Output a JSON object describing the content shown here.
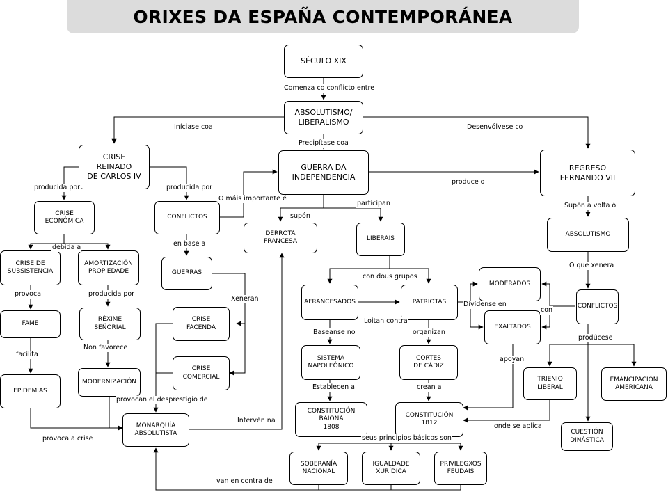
{
  "title": "ORIXES DA ESPAÑA CONTEMPORÁNEA",
  "nodes": {
    "seculo": "SÉCULO XIX",
    "absolutismo_liberalismo": "ABSOLUTISMO/\nLIBERALISMO",
    "crise_reinado": "CRISE\nREINADO\nDE CARLOS IV",
    "guerra": "GUERRA DA\nINDEPENDENCIA",
    "regreso": "REGRESO\nFERNANDO VII",
    "crise_economica": "CRISE\nECONÓMICA",
    "conflictos_a": "CONFLICTOS",
    "derrota": "DERROTA\nFRANCESA",
    "liberais": "LIBERAIS",
    "absolutismo": "ABSOLUTISMO",
    "crise_subsistencia": "CRISE DE\nSUBSISTENCIA",
    "amortizacion": "AMORTIZACIÓN\nPROPIEDADE",
    "guerras": "GUERRAS",
    "moderados": "MODERADOS",
    "afrancesados": "AFRANCESADOS",
    "patriotas": "PATRIOTAS",
    "conflictos_b": "CONFLICTOS",
    "fame": "FAME",
    "rexime": "RÉXIME\nSEÑORIAL",
    "crise_facenda": "CRISE\nFACENDA",
    "exaltados": "EXALTADOS",
    "sistema": "SISTEMA\nNAPOLEÓNICO",
    "cortes": "CORTES\nDE CÁDIZ",
    "crise_comercial": "CRISE\nCOMERCIAL",
    "trienio": "TRIENIO\nLIBERAL",
    "emancipacion": "EMANCIPACIÓN\nAMERICANA",
    "epidemias": "EPIDEMIAS",
    "modernizacion": "MODERNIZACIÓN",
    "constitucion_baiona": "CONSTITUCIÓN\nBAIONA\n1808",
    "constitucion_1812": "CONSTITUCIÓN\n1812",
    "monarquia": "MONARQUÍA\nABSOLUTISTA",
    "cuestion": "CUESTIÓN\nDINÁSTICA",
    "soberania": "SOBERANÍA\nNACIONAL",
    "igualdade": "IGUALDADE\nXURÍDICA",
    "privilegxos": "PRIVILEGXOS\nFEUDAIS"
  },
  "labels": {
    "comenza": "Comenza co conflicto entre",
    "iniciase": "Iníciase coa",
    "desenvolvese": "Desenvólvese co",
    "precipitase": "Precipítase coa",
    "producida_por_a": "producida por",
    "producida_por_b": "producida por",
    "produce_o": "produce o",
    "mais_importante": "O máis importante é",
    "participan": "participan",
    "supon_a_volta": "Supón a volta ó",
    "supon": "supón",
    "debida_a": "debida a",
    "en_base_a": "en base a",
    "o_que_xenera": "O que xenera",
    "con_dous_grupos": "con dous grupos",
    "provoca": "provoca",
    "producida_por_c": "producida por",
    "xeneran": "Xeneran",
    "dividense_en": "Divídense en",
    "con": "con",
    "loitan_contra": "Loitan contra",
    "baseanse_no": "Baseanse no",
    "organizan": "organizan",
    "producese": "prodúcese",
    "facilita": "facilita",
    "non_favorece": "Non favorece",
    "apoyan": "apoyan",
    "establecen_a": "Establecen a",
    "crean_a": "crean a",
    "provocan_desprestixio": "provocan el desprestigio de",
    "interven_na": "Intervén na",
    "onde_se_aplica": "onde se aplica",
    "provoca_a_crise": "provoca a crise",
    "seus_principios": "seus principios básicos son",
    "van_en_contra": "van en contra de"
  }
}
